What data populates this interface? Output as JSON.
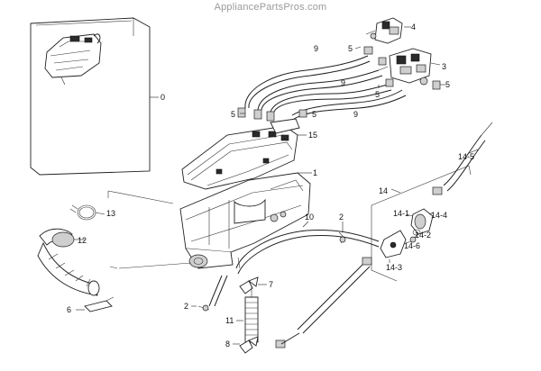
{
  "watermark": "AppliancePartsPros.com",
  "callouts": [
    {
      "id": "0",
      "text": "0"
    },
    {
      "id": "1",
      "text": "1"
    },
    {
      "id": "2a",
      "text": "2"
    },
    {
      "id": "2b",
      "text": "2"
    },
    {
      "id": "3",
      "text": "3"
    },
    {
      "id": "4",
      "text": "4"
    },
    {
      "id": "5a",
      "text": "5"
    },
    {
      "id": "5b",
      "text": "5"
    },
    {
      "id": "5c",
      "text": "5"
    },
    {
      "id": "5d",
      "text": "5"
    },
    {
      "id": "5e",
      "text": "5"
    },
    {
      "id": "6",
      "text": "6"
    },
    {
      "id": "7",
      "text": "7"
    },
    {
      "id": "8",
      "text": "8"
    },
    {
      "id": "9a",
      "text": "9"
    },
    {
      "id": "9b",
      "text": "9"
    },
    {
      "id": "9c",
      "text": "9"
    },
    {
      "id": "10",
      "text": "10"
    },
    {
      "id": "11",
      "text": "11"
    },
    {
      "id": "12",
      "text": "12"
    },
    {
      "id": "13",
      "text": "13"
    },
    {
      "id": "14",
      "text": "14"
    },
    {
      "id": "14-1",
      "text": "14-1"
    },
    {
      "id": "14-2",
      "text": "14-2"
    },
    {
      "id": "14-3",
      "text": "14-3"
    },
    {
      "id": "14-4",
      "text": "14-4"
    },
    {
      "id": "14-5",
      "text": "14-5"
    },
    {
      "id": "14-6",
      "text": "14-6"
    },
    {
      "id": "15",
      "text": "15"
    }
  ]
}
